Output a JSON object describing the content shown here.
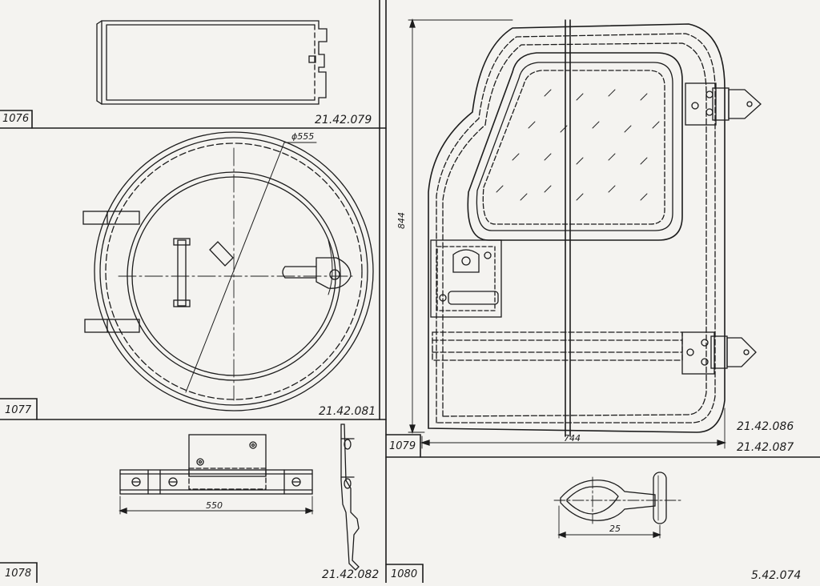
{
  "panels": {
    "p1076": {
      "number": "1076",
      "code": "21.42.079"
    },
    "p1077": {
      "number": "1077",
      "code": "21.42.081",
      "diameter": "ϕ555"
    },
    "p1078": {
      "number": "1078",
      "code": "21.42.082",
      "length": "550"
    },
    "p1079": {
      "number": "1079",
      "codes": [
        "21.42.086",
        "21.42.087"
      ],
      "height": "844",
      "width": "744"
    },
    "p1080": {
      "number": "1080",
      "code": "5.42.074",
      "length": "25"
    }
  },
  "colors": {
    "ink": "#1c1c1c",
    "paper": "#f4f3f0"
  }
}
